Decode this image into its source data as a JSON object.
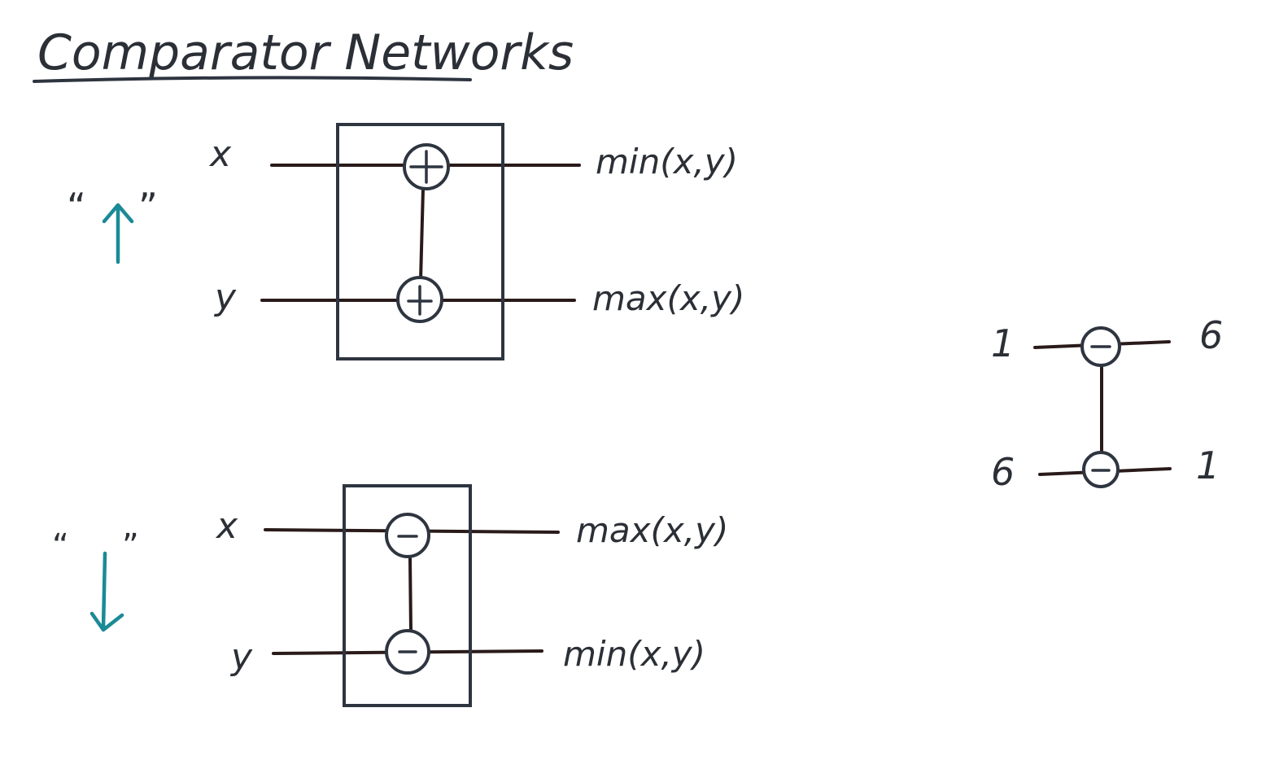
{
  "title": "Comparator Networks",
  "up_network": {
    "quote_open": "“",
    "quote_close": "”",
    "input_x": "x",
    "input_y": "y",
    "output_top": "min(x,y)",
    "output_bottom": "max(x,y)",
    "node_symbol": "+",
    "arrow_color": "#1b8a96"
  },
  "down_network": {
    "quote_open": "“",
    "quote_close": "”",
    "input_x": "x",
    "input_y": "y",
    "output_top": "max(x,y)",
    "output_bottom": "min(x,y)",
    "node_symbol": "−",
    "arrow_color": "#1b8a96"
  },
  "example": {
    "input_top": "1",
    "input_bottom": "6",
    "output_top": "6",
    "output_bottom": "1",
    "node_symbol": "−"
  }
}
